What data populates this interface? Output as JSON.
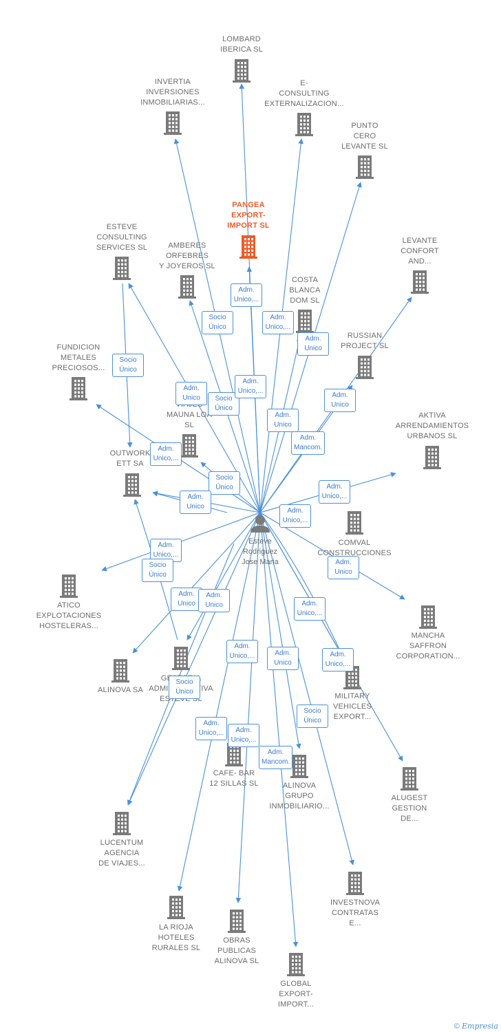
{
  "center": {
    "lines": [
      "Esteve",
      "Rodriguez",
      "Jose Maria"
    ]
  },
  "nodes": [
    {
      "id": "lombard",
      "lines": [
        "LOMBARD",
        "IBERICA  SL"
      ]
    },
    {
      "id": "invertia",
      "lines": [
        "INVERTIA",
        "INVERSIONES",
        "INMOBILIARIAS..."
      ]
    },
    {
      "id": "econsulting",
      "lines": [
        "E-",
        "CONSULTING",
        "EXTERNALIZACION..."
      ]
    },
    {
      "id": "puntocero",
      "lines": [
        "PUNTO",
        "CERO",
        "LEVANTE SL"
      ]
    },
    {
      "id": "pangea",
      "lines": [
        "PANGEA",
        "EXPORT-",
        "IMPORT  SL"
      ],
      "highlight": true
    },
    {
      "id": "esteveconsulting",
      "lines": [
        "ESTEVE",
        "CONSULTING",
        "SERVICES SL"
      ]
    },
    {
      "id": "amberes",
      "lines": [
        "AMBERES",
        "ORFEBRES",
        "Y JOYEROS  SL"
      ]
    },
    {
      "id": "levanteconfort",
      "lines": [
        "LEVANTE",
        "CONFORT",
        "AND..."
      ]
    },
    {
      "id": "costablanca",
      "lines": [
        "COSTA",
        "BLANCA",
        "DOM  SL"
      ]
    },
    {
      "id": "russian",
      "lines": [
        "RUSSIAN",
        "PROJECT SL"
      ]
    },
    {
      "id": "fundicion",
      "lines": [
        "FUNDICION",
        "METALES",
        "PRECIOSOS..."
      ]
    },
    {
      "id": "viajes",
      "lines": [
        "VIAJES",
        "MAUNA LOA",
        "SL"
      ]
    },
    {
      "id": "aktiva",
      "lines": [
        "AKTIVA",
        "ARRENDAMIENTOS",
        "URBANOS  SL"
      ]
    },
    {
      "id": "outwork",
      "lines": [
        "OUTWORK",
        "ETT SA"
      ]
    },
    {
      "id": "comval",
      "lines": [
        "COMVAL",
        "CONSTRUCCIONES",
        "..."
      ]
    },
    {
      "id": "atico",
      "lines": [
        "ATICO",
        "EXPLOTACIONES",
        "HOSTELERAS..."
      ]
    },
    {
      "id": "mancha",
      "lines": [
        "MANCHA",
        "SAFFRON",
        "CORPORATION..."
      ]
    },
    {
      "id": "alinova",
      "lines": [
        "ALINOVA SA"
      ]
    },
    {
      "id": "gestoria",
      "lines": [
        "GESTORIA",
        "ADMINISTRATIVA",
        "ESTEVE  SL"
      ]
    },
    {
      "id": "military",
      "lines": [
        "MILITARY",
        "VEHICLES",
        "EXPORT..."
      ]
    },
    {
      "id": "cafebar",
      "lines": [
        "CAFE- BAR",
        "12 SILLAS  SL"
      ]
    },
    {
      "id": "alinovagrupo",
      "lines": [
        "ALINOVA",
        "GRUPO",
        "INMOBILIARIO..."
      ]
    },
    {
      "id": "alugest",
      "lines": [
        "ALUGEST",
        "GESTION",
        "DE..."
      ]
    },
    {
      "id": "lucentum",
      "lines": [
        "LUCENTUM",
        "AGENCIA",
        "DE VIAJES..."
      ]
    },
    {
      "id": "investnova",
      "lines": [
        "INVESTNOVA",
        "CONTRATAS",
        "E..."
      ]
    },
    {
      "id": "larioja",
      "lines": [
        "LA RIOJA",
        "HOTELES",
        "RURALES  SL"
      ]
    },
    {
      "id": "obras",
      "lines": [
        "OBRAS",
        "PUBLICAS",
        "ALINOVA  SL"
      ]
    },
    {
      "id": "global",
      "lines": [
        "GLOBAL",
        "EXPORT-",
        "IMPORT..."
      ]
    }
  ],
  "edge_labels": [
    {
      "lines": [
        "Adm.",
        "Unico,..."
      ]
    },
    {
      "lines": [
        "Socio",
        "Único"
      ]
    },
    {
      "lines": [
        "Adm.",
        "Unico,..."
      ]
    },
    {
      "lines": [
        "Adm.",
        "Unico"
      ]
    },
    {
      "lines": [
        "Socio",
        "Único"
      ]
    },
    {
      "lines": [
        "Adm.",
        "Unico"
      ]
    },
    {
      "lines": [
        "Socio",
        "Único"
      ]
    },
    {
      "lines": [
        "Adm.",
        "Unico,..."
      ]
    },
    {
      "lines": [
        "Adm.",
        "Unico"
      ]
    },
    {
      "lines": [
        "Adm.",
        "Unico"
      ]
    },
    {
      "lines": [
        "Adm.",
        "Mancom."
      ]
    },
    {
      "lines": [
        "Adm.",
        "Unico,..."
      ]
    },
    {
      "lines": [
        "Socio",
        "Único"
      ]
    },
    {
      "lines": [
        "Adm.",
        "Unico"
      ]
    },
    {
      "lines": [
        "Adm.",
        "Unico,..."
      ]
    },
    {
      "lines": [
        "Adm.",
        "Unico,..."
      ]
    },
    {
      "lines": [
        "Adm.",
        "Unico,..."
      ]
    },
    {
      "lines": [
        "Socio",
        "Único"
      ]
    },
    {
      "lines": [
        "Adm.",
        "Unico"
      ]
    },
    {
      "lines": [
        "Adm.",
        "Unico"
      ]
    },
    {
      "lines": [
        "Adm.",
        "Unico"
      ]
    },
    {
      "lines": [
        "Adm.",
        "Unico,..."
      ]
    },
    {
      "lines": [
        "Adm.",
        "Unico,..."
      ]
    },
    {
      "lines": [
        "Adm.",
        "Unico"
      ]
    },
    {
      "lines": [
        "Adm.",
        "Unico,..."
      ]
    },
    {
      "lines": [
        "Socio",
        "Único"
      ]
    },
    {
      "lines": [
        "Socio",
        "Único"
      ]
    },
    {
      "lines": [
        "Adm.",
        "Unico,..."
      ]
    },
    {
      "lines": [
        "Adm.",
        "Unico,..."
      ]
    },
    {
      "lines": [
        "Adm.",
        "Mancom."
      ]
    }
  ],
  "footer": {
    "copyright": "©",
    "brand": "Empresia"
  },
  "colors": {
    "edge": "#4a90d9",
    "building": "#7a7a7a",
    "highlight": "#f05a28",
    "label": "#6b6b6b"
  }
}
